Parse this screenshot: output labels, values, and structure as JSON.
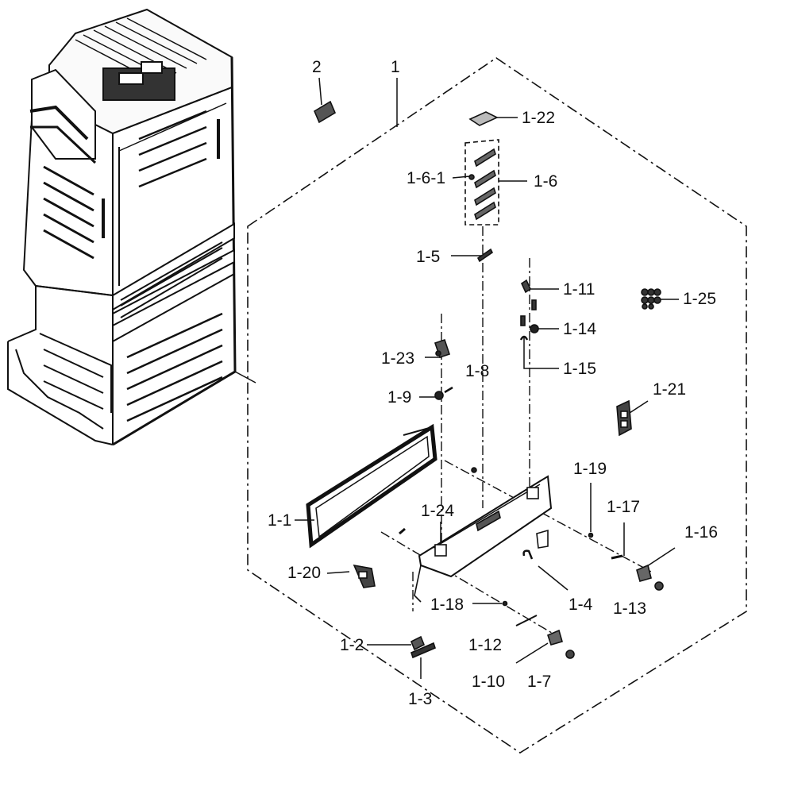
{
  "diagram": {
    "part_labels": {
      "p2": "2",
      "p1": "1",
      "p1_22": "1-22",
      "p1_6_1": "1-6-1",
      "p1_6": "1-6",
      "p1_5": "1-5",
      "p1_11": "1-11",
      "p1_25": "1-25",
      "p1_14": "1-14",
      "p1_23": "1-23",
      "p1_8": "1-8",
      "p1_15": "1-15",
      "p1_9": "1-9",
      "p1_21": "1-21",
      "p1_19": "1-19",
      "p1_24": "1-24",
      "p1_17": "1-17",
      "p1_1": "1-1",
      "p1_16": "1-16",
      "p1_20": "1-20",
      "p1_18": "1-18",
      "p1_4": "1-4",
      "p1_13": "1-13",
      "p1_2": "1-2",
      "p1_12": "1-12",
      "p1_10": "1-10",
      "p1_7": "1-7",
      "p1_3": "1-3"
    }
  }
}
